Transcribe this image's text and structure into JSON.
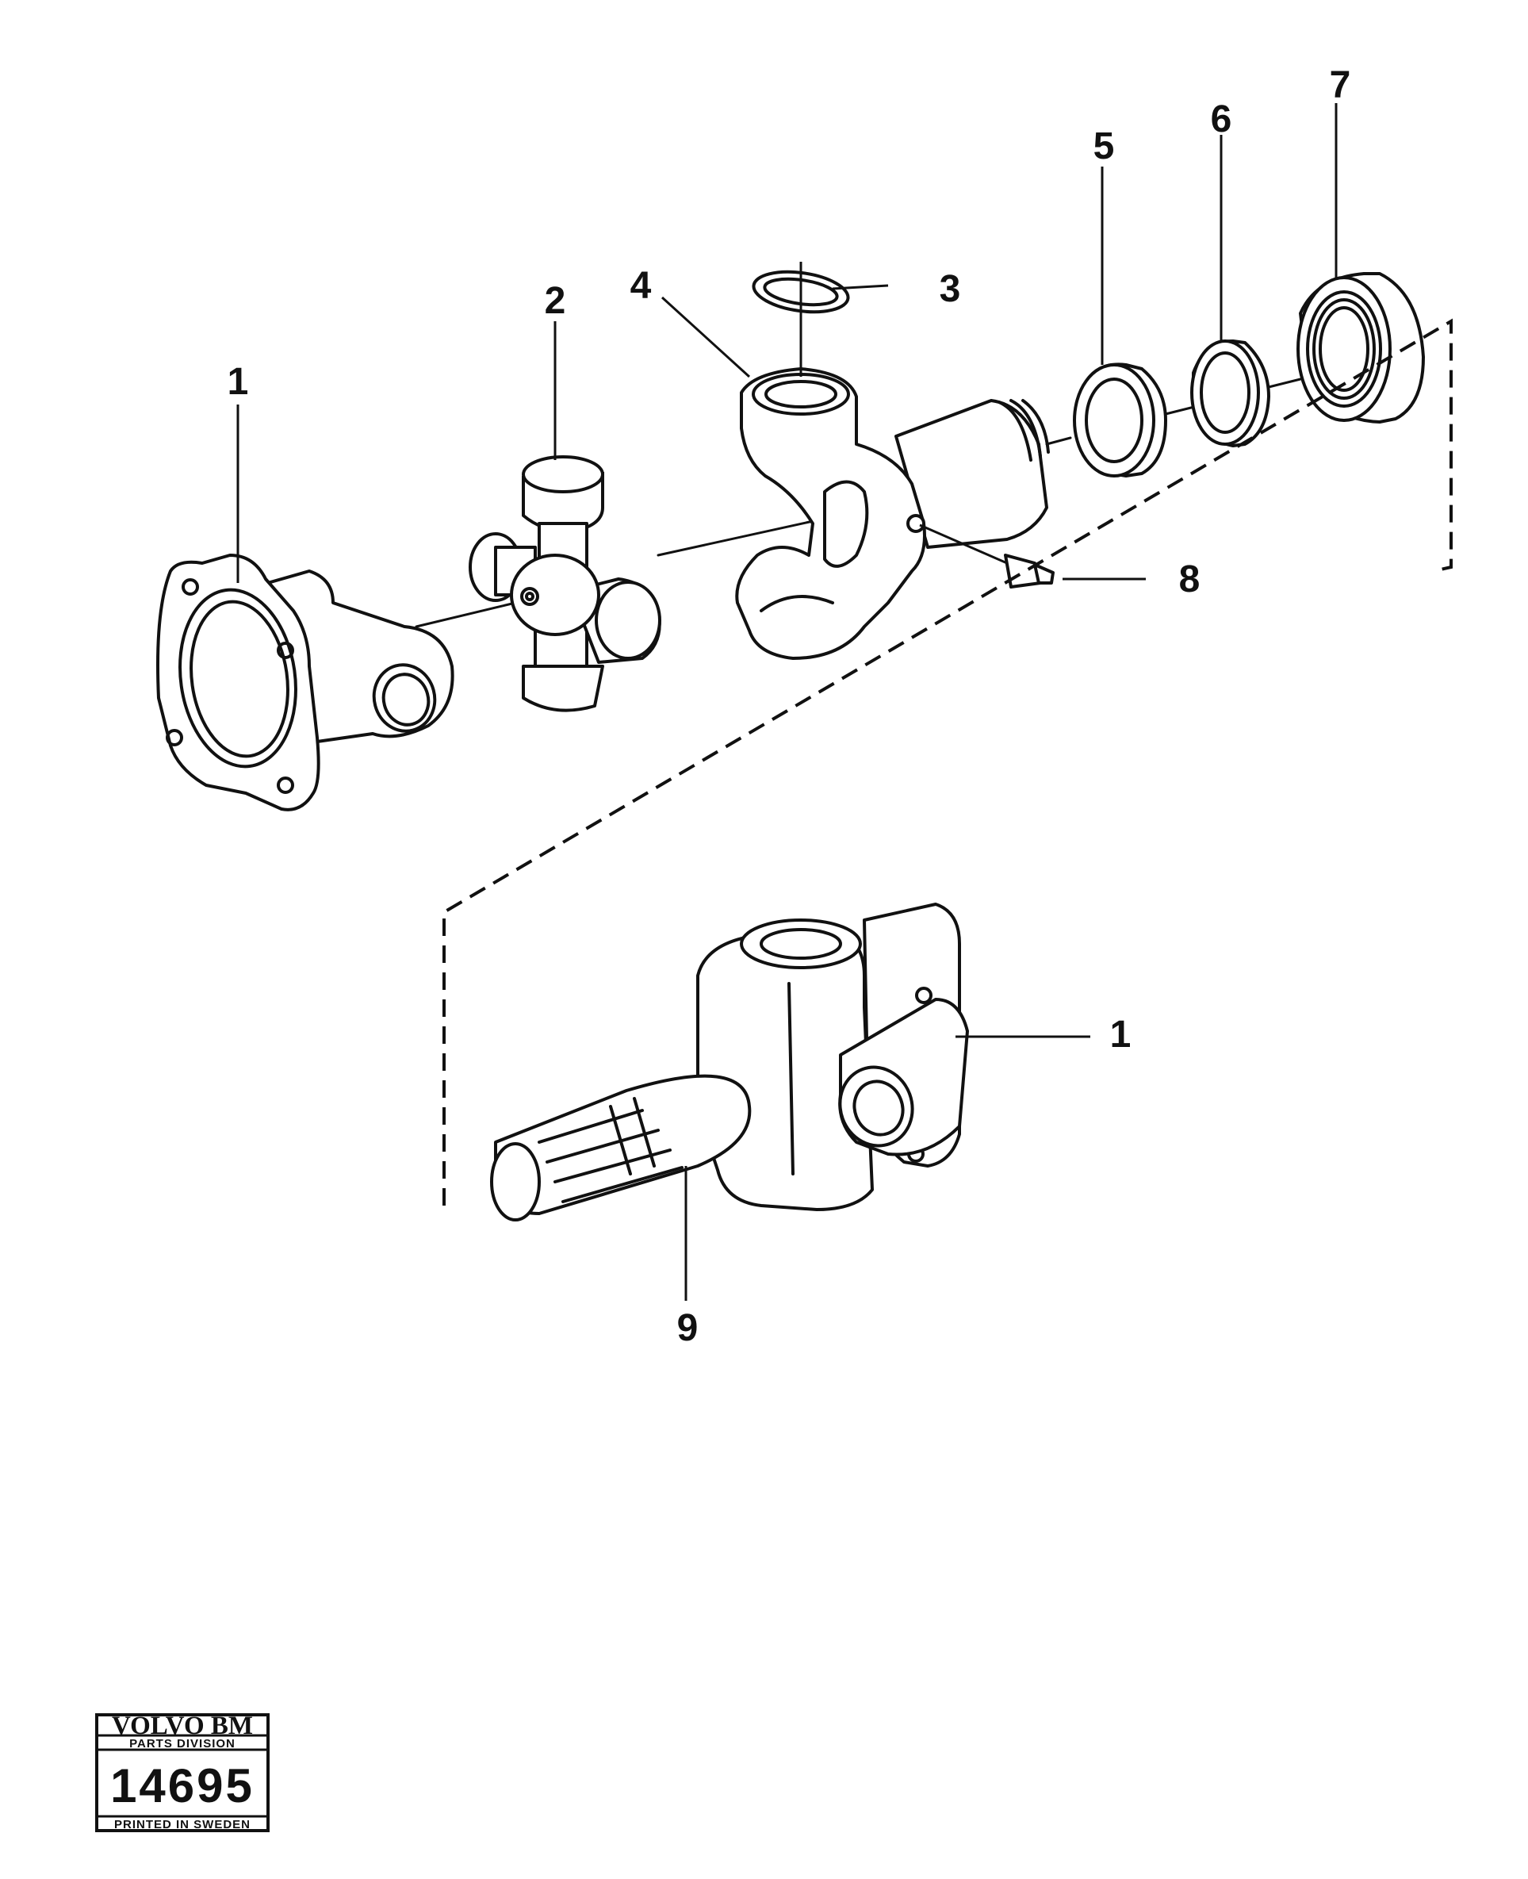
{
  "callouts": [
    {
      "id": "1",
      "text": "1"
    },
    {
      "id": "2",
      "text": "2"
    },
    {
      "id": "3",
      "text": "3"
    },
    {
      "id": "4",
      "text": "4"
    },
    {
      "id": "5",
      "text": "5"
    },
    {
      "id": "6",
      "text": "6"
    },
    {
      "id": "7",
      "text": "7"
    },
    {
      "id": "8",
      "text": "8"
    },
    {
      "id": "1b",
      "text": "1"
    },
    {
      "id": "9",
      "text": "9"
    }
  ],
  "badge": {
    "brand": "VOLVO BM",
    "division": "PARTS DIVISION",
    "number": "14695",
    "printed": "PRINTED IN SWEDEN"
  }
}
